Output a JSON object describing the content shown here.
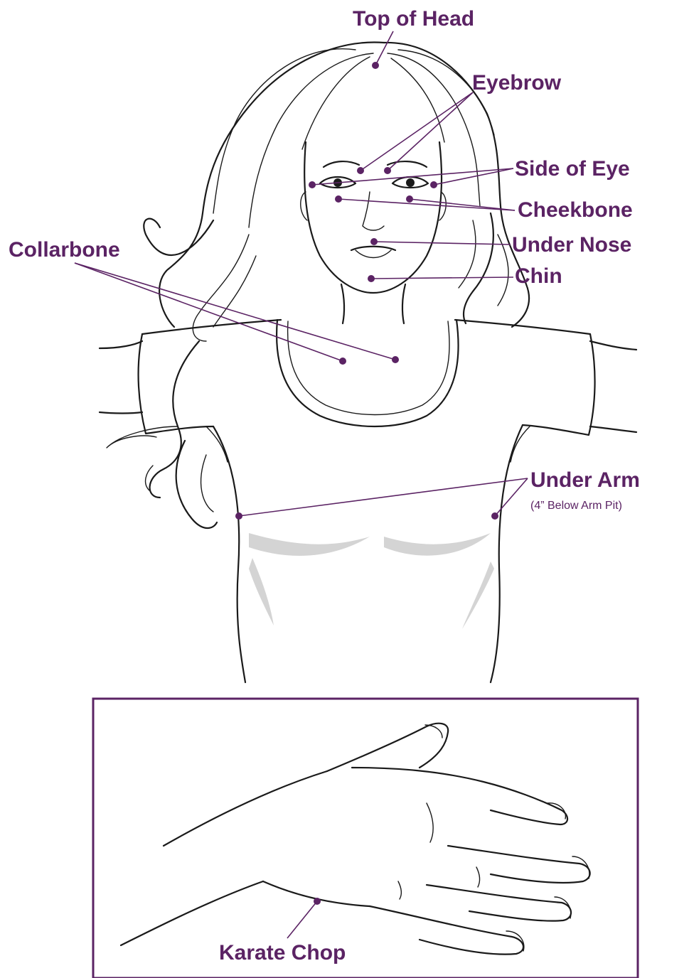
{
  "colors": {
    "accent": "#5b2364",
    "ink": "#1a1a1a",
    "shade": "#d4d4d4"
  },
  "labels": {
    "top_of_head": "Top of Head",
    "eyebrow": "Eyebrow",
    "side_of_eye": "Side of Eye",
    "cheekbone": "Cheekbone",
    "under_nose": "Under Nose",
    "chin": "Chin",
    "collarbone": "Collarbone",
    "under_arm": "Under Arm",
    "under_arm_note": "(4” Below Arm Pit)",
    "karate_chop": "Karate Chop"
  }
}
